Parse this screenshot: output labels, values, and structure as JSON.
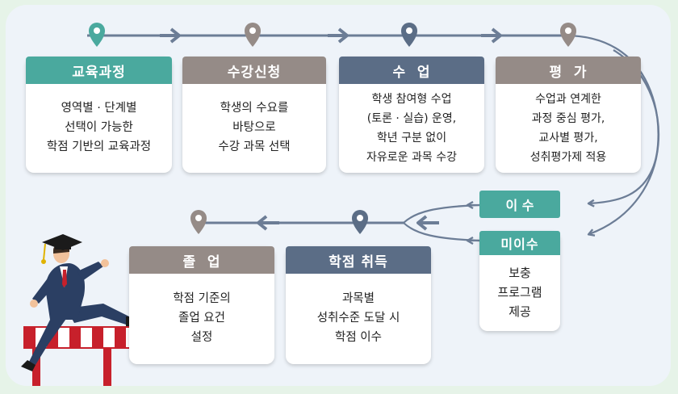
{
  "steps": [
    {
      "title": "교육과정",
      "body": "영역별 · 단계별\n선택이 가능한\n학점 기반의 교육과정"
    },
    {
      "title": "수강신청",
      "body": "학생의 수요를\n바탕으로\n수강 과목 선택"
    },
    {
      "title": "수  업",
      "body": "학생 참여형 수업\n(토론 · 실습) 운영,\n학년 구분 없이\n자유로운 과목 수강"
    },
    {
      "title": "평  가",
      "body": "수업과 연계한\n과정 중심 평가,\n교사별 평가,\n성취평가제 적용"
    },
    {
      "title": "학점 취득",
      "body": "과목별\n성취수준 도달 시\n학점 이수"
    },
    {
      "title": "졸  업",
      "body": "학점 기준의\n졸업 요건\n설정"
    }
  ],
  "outcomes": {
    "pass": "이 수",
    "fail": "미이수",
    "fail_body": "보충\n프로그램\n제공"
  },
  "colors": {
    "teal": "#4aa99e",
    "taupe": "#958b87",
    "slate": "#5b6d86",
    "arrow": "#6c7d96"
  }
}
